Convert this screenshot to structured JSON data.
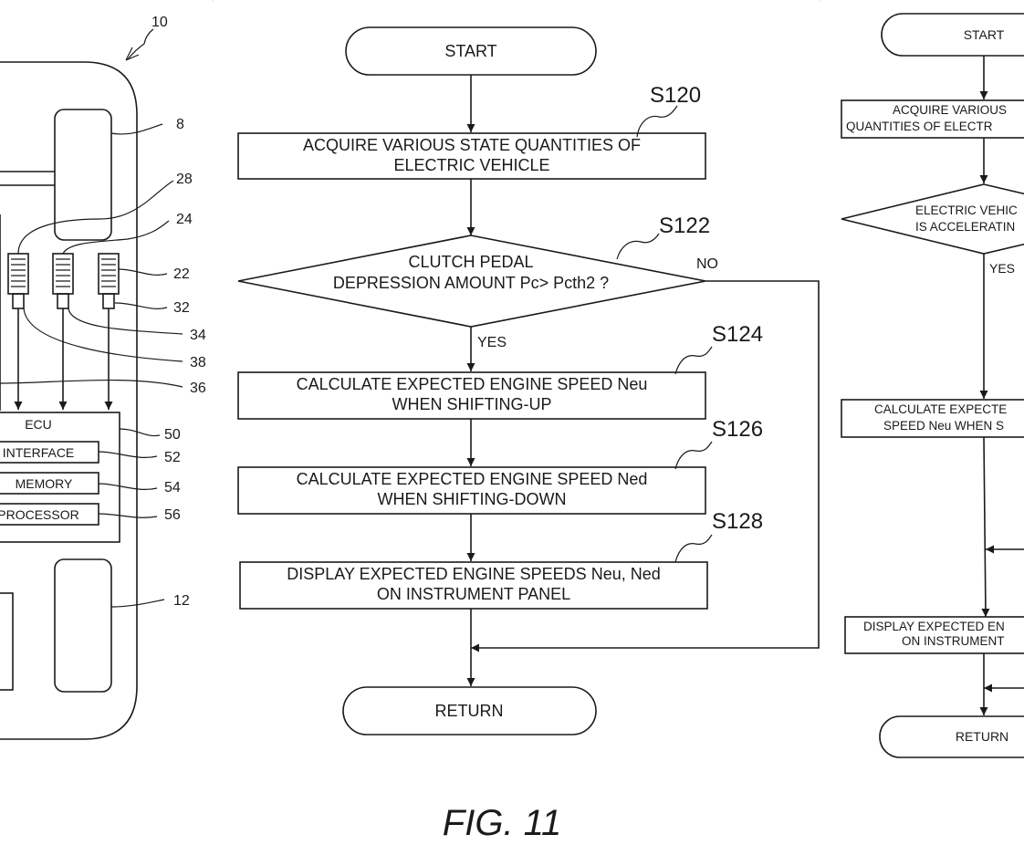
{
  "figure_label": "FIG. 11",
  "left_panel": {
    "refs": {
      "r10": "10",
      "r8": "8",
      "r28": "28",
      "r24": "24",
      "r22": "22",
      "r32": "32",
      "r34": "34",
      "r38": "38",
      "r36": "36",
      "r50": "50",
      "r52": "52",
      "r54": "54",
      "r56": "56",
      "r12": "12"
    },
    "ecu": "ECU",
    "interface": "INTERFACE",
    "memory": "MEMORY",
    "processor": "PROCESSOR"
  },
  "center_flow": {
    "start": "START",
    "s120": "S120",
    "acquire_l1": "ACQUIRE VARIOUS STATE QUANTITIES OF",
    "acquire_l2": "ELECTRIC VEHICLE",
    "s122": "S122",
    "decision_l1": "CLUTCH PEDAL",
    "decision_l2": "DEPRESSION AMOUNT Pc> Pcth2 ?",
    "no": "NO",
    "yes": "YES",
    "s124": "S124",
    "calc_up_l1": "CALCULATE EXPECTED ENGINE SPEED Neu",
    "calc_up_l2": "WHEN SHIFTING-UP",
    "s126": "S126",
    "calc_down_l1": "CALCULATE EXPECTED ENGINE SPEED Ned",
    "calc_down_l2": "WHEN SHIFTING-DOWN",
    "s128": "S128",
    "display_l1": "DISPLAY EXPECTED ENGINE SPEEDS Neu, Ned",
    "display_l2": "ON INSTRUMENT PANEL",
    "return": "RETURN"
  },
  "right_flow": {
    "start": "START",
    "acquire_l1": "ACQUIRE VARIOUS",
    "acquire_l2": "QUANTITIES OF ELECTR",
    "decision_l1": "ELECTRIC VEHIC",
    "decision_l2": "IS ACCELERATIN",
    "yes": "YES",
    "calc_l1": "CALCULATE EXPECTE",
    "calc_l2": "SPEED Neu WHEN S",
    "display_l1": "DISPLAY EXPECTED EN",
    "display_l2": "ON INSTRUMENT",
    "return": "RETURN"
  }
}
